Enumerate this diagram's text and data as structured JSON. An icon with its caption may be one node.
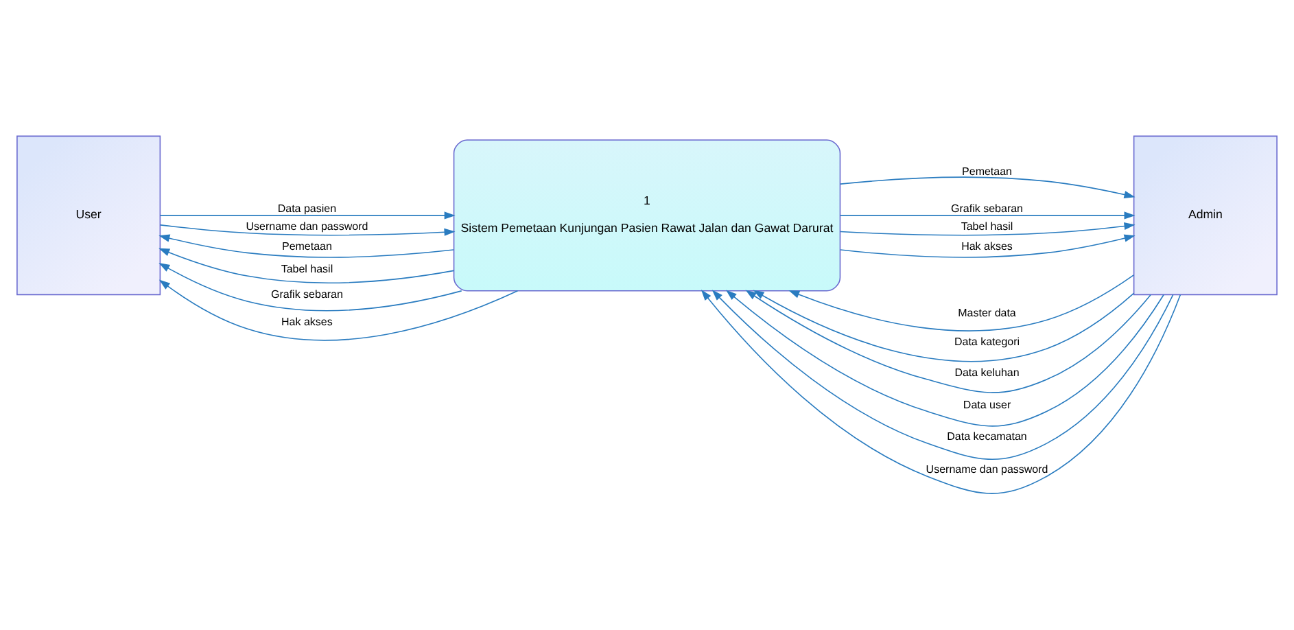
{
  "diagram": {
    "nodes": [
      {
        "text": [
          "User"
        ]
      },
      {
        "text": [
          "1",
          "Sistem Pemetaan Kunjungan Pasien Rawat Jalan dan Gawat Darurat"
        ]
      },
      {
        "text": [
          "Admin"
        ]
      }
    ],
    "edges": [
      {
        "from": 0,
        "to": 1,
        "arrow": "to",
        "label": "Data pasien"
      },
      {
        "from": 0,
        "to": 1,
        "arrow": "to",
        "label": "Username dan password"
      },
      {
        "from": 2,
        "to": 1,
        "arrow": "to",
        "label": "Master data"
      },
      {
        "from": 1,
        "to": 2,
        "arrow": "to",
        "label": "Pemetaan"
      },
      {
        "from": 1,
        "to": 2,
        "arrow": "to",
        "label": "Grafik sebaran"
      },
      {
        "from": 1,
        "to": 2,
        "arrow": "to",
        "label": "Tabel hasil"
      },
      {
        "from": 1,
        "to": 2,
        "arrow": "to",
        "label": "Hak akses"
      },
      {
        "from": 1,
        "to": 0,
        "arrow": "to",
        "label": "Pemetaan"
      },
      {
        "from": 1,
        "to": 0,
        "arrow": "to",
        "label": "Tabel hasil"
      },
      {
        "from": 1,
        "to": 0,
        "arrow": "to",
        "label": "Grafik sebaran"
      },
      {
        "from": 1,
        "to": 0,
        "arrow": "to",
        "label": "Hak akses"
      },
      {
        "from": 2,
        "to": 1,
        "arrow": "to",
        "label": "Data kategori"
      },
      {
        "from": 2,
        "to": 1,
        "arrow": "to",
        "label": "Data keluhan"
      },
      {
        "from": 2,
        "to": 1,
        "arrow": "to",
        "label": "Data user"
      },
      {
        "from": 2,
        "to": 1,
        "arrow": "to",
        "label": "Data kecamatan"
      },
      {
        "from": 2,
        "to": 1,
        "arrow": "to",
        "label": "Username dan password"
      }
    ]
  }
}
